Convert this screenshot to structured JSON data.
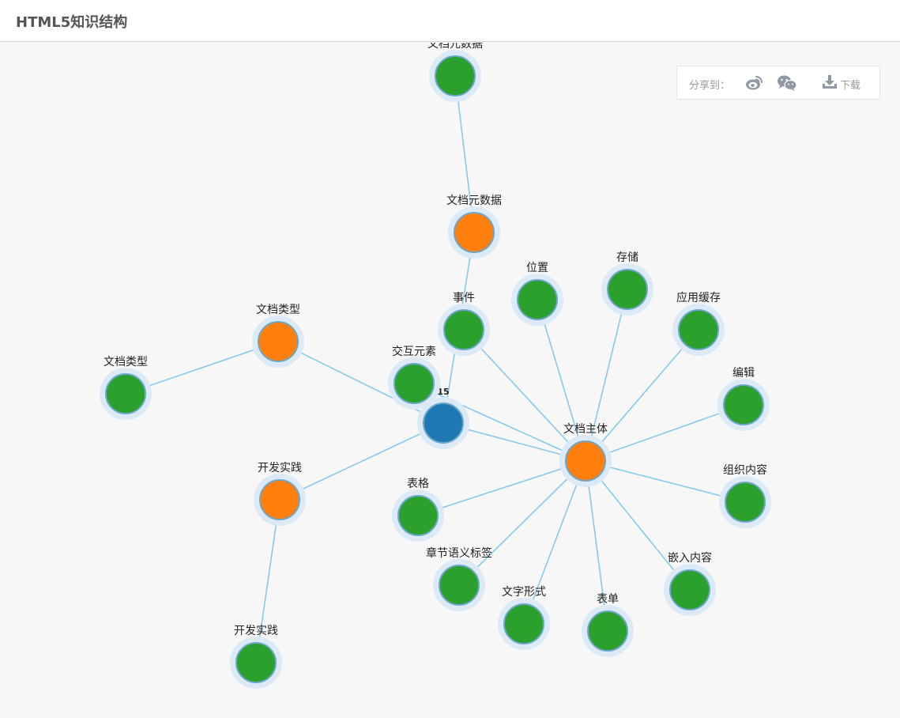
{
  "page": {
    "title": "HTML5知识结构"
  },
  "share": {
    "label": "分享到：",
    "weibo_icon": "weibo-icon",
    "wechat_icon": "wechat-icon",
    "download_icon": "download-icon",
    "download_label": "下载"
  },
  "colors": {
    "root": "#1f77b4",
    "category": "#ff7f0e",
    "leaf": "#2ca02c",
    "halo": "#dbeaf6",
    "node_stroke": "#6aa6c9",
    "edge": "#87c9ec"
  },
  "graph": {
    "nodes": [
      {
        "id": "root",
        "label": "15",
        "type": "root"
      },
      {
        "id": "metadata",
        "label": "文档元数据",
        "type": "category"
      },
      {
        "id": "metadata-leaf",
        "label": "文档元数据",
        "type": "leaf"
      },
      {
        "id": "doctype",
        "label": "文档类型",
        "type": "category"
      },
      {
        "id": "doctype-leaf",
        "label": "文档类型",
        "type": "leaf"
      },
      {
        "id": "practice",
        "label": "开发实践",
        "type": "category"
      },
      {
        "id": "practice-leaf",
        "label": "开发实践",
        "type": "leaf"
      },
      {
        "id": "body",
        "label": "文档主体",
        "type": "category"
      },
      {
        "id": "events",
        "label": "事件",
        "type": "leaf"
      },
      {
        "id": "interactive",
        "label": "交互元素",
        "type": "leaf"
      },
      {
        "id": "location",
        "label": "位置",
        "type": "leaf"
      },
      {
        "id": "storage",
        "label": "存储",
        "type": "leaf"
      },
      {
        "id": "appcache",
        "label": "应用缓存",
        "type": "leaf"
      },
      {
        "id": "editing",
        "label": "编辑",
        "type": "leaf"
      },
      {
        "id": "grouping",
        "label": "组织内容",
        "type": "leaf"
      },
      {
        "id": "embedded",
        "label": "嵌入内容",
        "type": "leaf"
      },
      {
        "id": "forms",
        "label": "表单",
        "type": "leaf"
      },
      {
        "id": "text",
        "label": "文字形式",
        "type": "leaf"
      },
      {
        "id": "sections",
        "label": "章节语义标签",
        "type": "leaf"
      },
      {
        "id": "tables",
        "label": "表格",
        "type": "leaf"
      }
    ],
    "edges": [
      [
        "root",
        "metadata"
      ],
      [
        "metadata",
        "metadata-leaf"
      ],
      [
        "root",
        "doctype"
      ],
      [
        "doctype",
        "doctype-leaf"
      ],
      [
        "root",
        "practice"
      ],
      [
        "practice",
        "practice-leaf"
      ],
      [
        "root",
        "body"
      ],
      [
        "body",
        "events"
      ],
      [
        "body",
        "interactive"
      ],
      [
        "body",
        "location"
      ],
      [
        "body",
        "storage"
      ],
      [
        "body",
        "appcache"
      ],
      [
        "body",
        "editing"
      ],
      [
        "body",
        "grouping"
      ],
      [
        "body",
        "embedded"
      ],
      [
        "body",
        "forms"
      ],
      [
        "body",
        "text"
      ],
      [
        "body",
        "sections"
      ],
      [
        "body",
        "tables"
      ]
    ]
  }
}
